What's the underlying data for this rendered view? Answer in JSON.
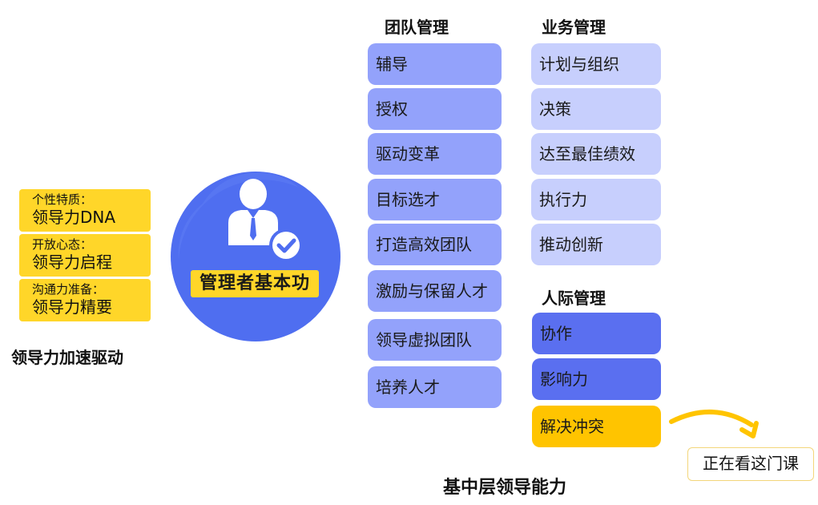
{
  "left": {
    "boxes": [
      {
        "line1": "个性特质：",
        "line2": "领导力DNA"
      },
      {
        "line1": "开放心态：",
        "line2": "领导力启程"
      },
      {
        "line1": "沟通力准备：",
        "line2": "领导力精要"
      }
    ],
    "caption": "领导力加速驱动"
  },
  "center": {
    "label": "管理者基本功",
    "icon": "manager-check-icon"
  },
  "team": {
    "title": "团队管理",
    "items": [
      "辅导",
      "授权",
      "驱动变革",
      "目标选才",
      "打造高效团队",
      "激励与保留人才",
      "领导虚拟团队",
      "培养人才"
    ]
  },
  "business": {
    "title": "业务管理",
    "items": [
      "计划与组织",
      "决策",
      "达至最佳绩效",
      "执行力",
      "推动创新"
    ]
  },
  "people": {
    "title": "人际管理",
    "items": [
      "协作",
      "影响力",
      "解决冲突"
    ]
  },
  "bottom_caption": "基中层领导能力",
  "current": {
    "label": "正在看这门课"
  },
  "colors": {
    "yellow": "#ffd629",
    "team_blue": "#93a2fb",
    "business_blue": "#c7cffd",
    "people_blue": "#5a6ff0",
    "highlight_yellow": "#ffc400",
    "circle_blue": "#4f6ef0"
  }
}
